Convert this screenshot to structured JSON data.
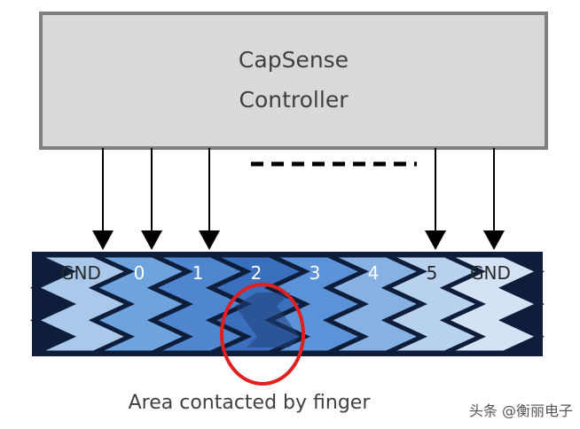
{
  "controller": {
    "line1": "CapSense",
    "line2": "Controller"
  },
  "segments": [
    {
      "label": "GND",
      "color": "#a9c8ea"
    },
    {
      "label": "0",
      "color": "#6fa3de"
    },
    {
      "label": "1",
      "color": "#4f86cf"
    },
    {
      "label": "2",
      "color": "#3a6fbd"
    },
    {
      "label": "3",
      "color": "#5c93d8"
    },
    {
      "label": "4",
      "color": "#86b1e2"
    },
    {
      "label": "5",
      "color": "#b7d1ef"
    },
    {
      "label": "GND",
      "color": "#d3e3f5"
    }
  ],
  "caption": "Area contacted by finger",
  "watermark": "头条 @衡丽电子",
  "colors": {
    "controller_fill": "#d9d9d9",
    "controller_border": "#7f7f7f",
    "finger_circle": "#e02020",
    "touch_area": "#203f7a"
  }
}
